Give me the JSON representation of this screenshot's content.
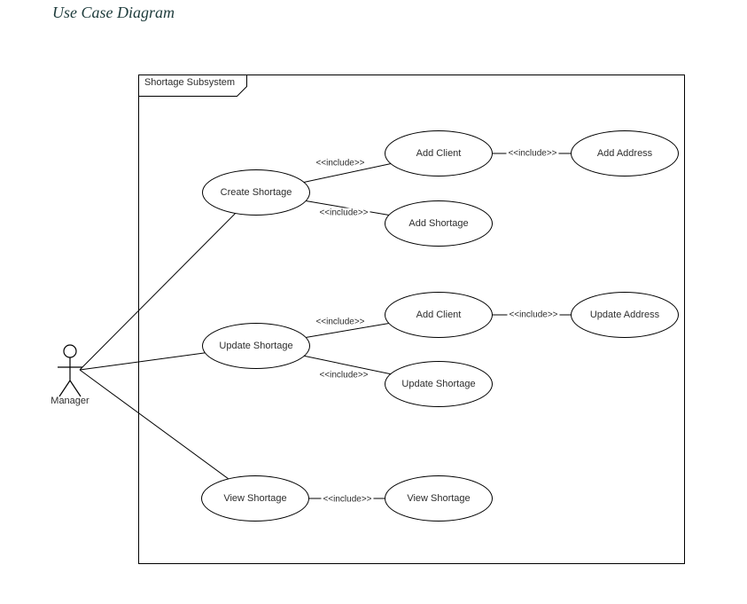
{
  "page": {
    "title": "Use Case Diagram"
  },
  "frame": {
    "label": "Shortage Subsystem"
  },
  "actor": {
    "label": "Manager"
  },
  "use_cases": [
    {
      "id": "create-shortage",
      "label": "Create Shortage"
    },
    {
      "id": "add-client-top",
      "label": "Add Client"
    },
    {
      "id": "add-address",
      "label": "Add Address"
    },
    {
      "id": "add-shortage",
      "label": "Add Shortage"
    },
    {
      "id": "update-shortage",
      "label": "Update Shortage"
    },
    {
      "id": "add-client-middle",
      "label": "Add Client"
    },
    {
      "id": "update-address",
      "label": "Update Address"
    },
    {
      "id": "update-shortage-included",
      "label": "Update Shortage"
    },
    {
      "id": "view-shortage",
      "label": "View Shortage"
    },
    {
      "id": "view-shortage-included",
      "label": "View Shortage"
    }
  ],
  "connectors": [
    {
      "from": "create-shortage",
      "to": "add-client-top",
      "label": "<<include>>"
    },
    {
      "from": "create-shortage",
      "to": "add-shortage",
      "label": "<<include>>"
    },
    {
      "from": "add-client-top",
      "to": "add-address",
      "label": "<<include>>"
    },
    {
      "from": "update-shortage",
      "to": "add-client-middle",
      "label": "<<include>>"
    },
    {
      "from": "update-shortage",
      "to": "update-shortage-included",
      "label": "<<include>>"
    },
    {
      "from": "add-client-middle",
      "to": "update-address",
      "label": "<<include>>"
    },
    {
      "from": "view-shortage",
      "to": "view-shortage-included",
      "label": "<<include>>"
    }
  ],
  "associations": [
    {
      "from": "manager",
      "to": "create-shortage"
    },
    {
      "from": "manager",
      "to": "update-shortage"
    },
    {
      "from": "manager",
      "to": "view-shortage"
    }
  ],
  "colors": {
    "title": "#1d3b3b",
    "stroke": "#000000",
    "text": "#2d2d2d",
    "background": "#ffffff"
  }
}
